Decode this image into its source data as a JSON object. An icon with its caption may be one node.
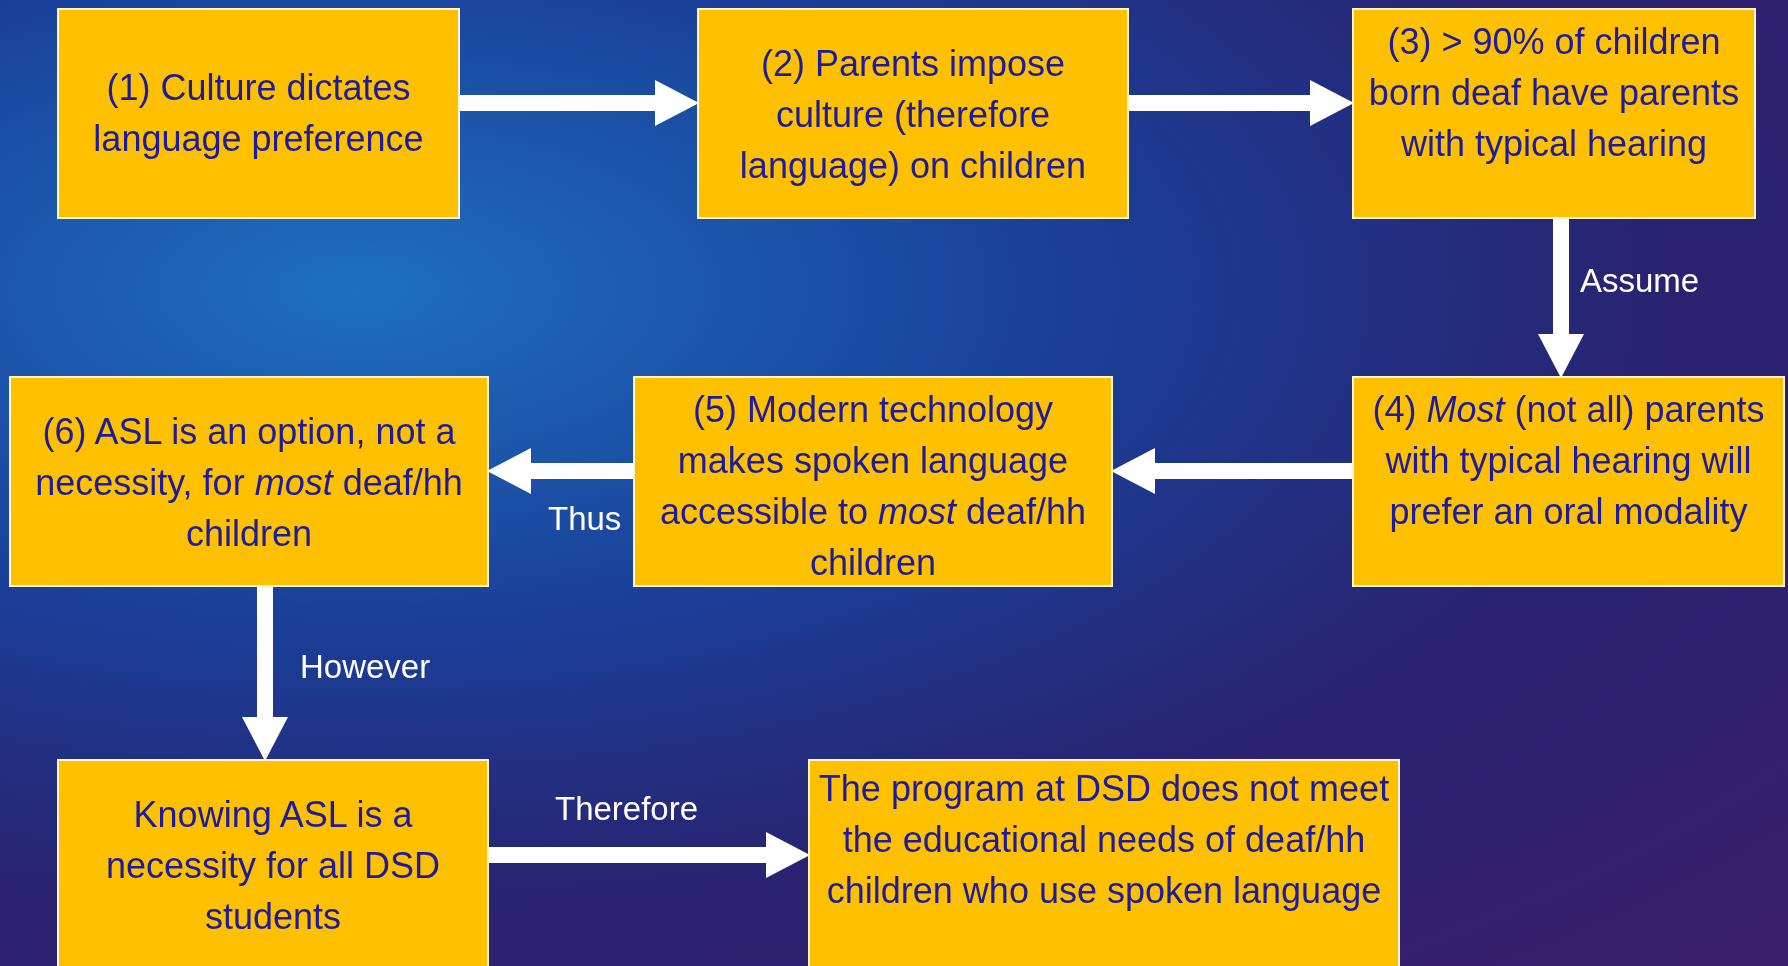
{
  "diagram": {
    "nodes": [
      {
        "text": [
          "(1) Culture dictates language preference"
        ]
      },
      {
        "text": [
          "(2) Parents impose culture (therefore language) on children"
        ]
      },
      {
        "text": [
          "(3) > 90% of children born deaf have parents with typical hearing"
        ]
      },
      {
        "text": [
          "(4) *Most* (not all) parents with typical hearing will prefer an oral modality"
        ]
      },
      {
        "text": [
          "(5) Modern technology makes spoken language accessible to *most* deaf/hh children"
        ]
      },
      {
        "text": [
          "(6) ASL is an option, not a necessity, for *most* deaf/hh children"
        ]
      },
      {
        "text": [
          "Knowing ASL is a necessity for all DSD students"
        ]
      },
      {
        "text": [
          "The program at DSD does not meet the educational needs of deaf/hh children who use spoken language"
        ]
      }
    ],
    "edges": [
      {
        "from": 0,
        "to": 1,
        "arrow": "to"
      },
      {
        "from": 1,
        "to": 2,
        "arrow": "to"
      },
      {
        "from": 2,
        "to": 3,
        "arrow": "to",
        "label": "Assume"
      },
      {
        "from": 3,
        "to": 4,
        "arrow": "to"
      },
      {
        "from": 4,
        "to": 5,
        "arrow": "to",
        "label": "Thus"
      },
      {
        "from": 5,
        "to": 6,
        "arrow": "to",
        "label": "However"
      },
      {
        "from": 6,
        "to": 7,
        "arrow": "to",
        "label": "Therefore"
      }
    ]
  }
}
